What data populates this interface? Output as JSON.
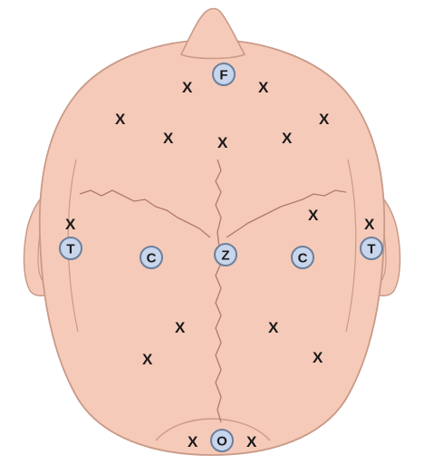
{
  "colors": {
    "skin": "#f6cab8",
    "skin_outline": "#c99a88",
    "suture": "#b07a68",
    "electrode_fill": "#c7d6ec",
    "electrode_ring": "#6b7f9c"
  },
  "electrodes": [
    {
      "id": "frontal",
      "label": "F"
    },
    {
      "id": "left-temporal",
      "label": "T"
    },
    {
      "id": "right-temporal",
      "label": "T"
    },
    {
      "id": "left-central",
      "label": "C"
    },
    {
      "id": "right-central",
      "label": "C"
    },
    {
      "id": "vertex",
      "label": "Z"
    },
    {
      "id": "occipital",
      "label": "O"
    }
  ],
  "marker_symbol": "X"
}
